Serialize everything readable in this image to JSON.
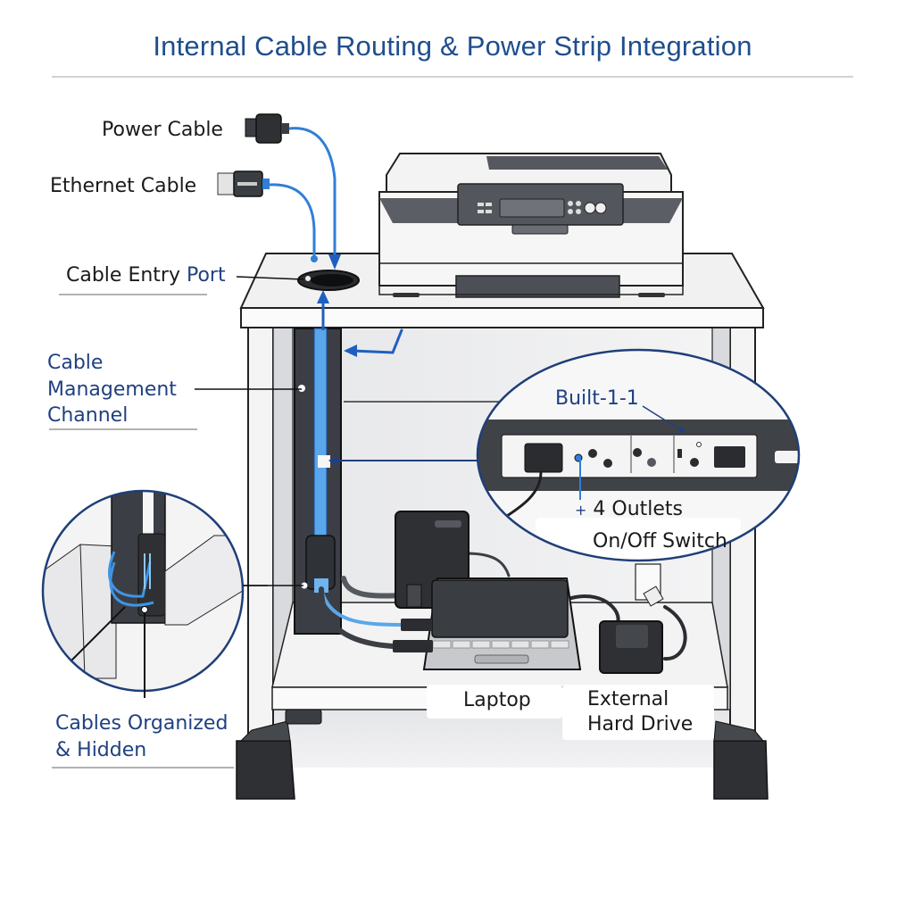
{
  "title": "Internal Cable Routing & Power Strip Integration",
  "labels": {
    "power_cable": "Power Cable",
    "ethernet_cable": "Ethernet Cable",
    "cable_entry_port_prefix": "Cable Entry ",
    "cable_entry_port_suffix": "Port",
    "cable_management_line1": "Cable",
    "cable_management_line2": "Management",
    "cable_management_line3": "Channel",
    "cables_organized_line1": "Cables Organized",
    "cables_organized_line2": "& Hidden",
    "built_in": "Built-1-1",
    "outlets": "4 Outlets",
    "outlets_marker": "+",
    "switch": "On/Off Switch",
    "laptop": "Laptop",
    "hard_drive_line1": "External",
    "hard_drive_line2": "Hard Drive"
  },
  "colors": {
    "title": "#1f4e8c",
    "accent_blue": "#1f4080",
    "cable_blue": "#2f7fd6",
    "dark_gray": "#3a3d42"
  },
  "power_strip": {
    "outlet_count": 4
  }
}
